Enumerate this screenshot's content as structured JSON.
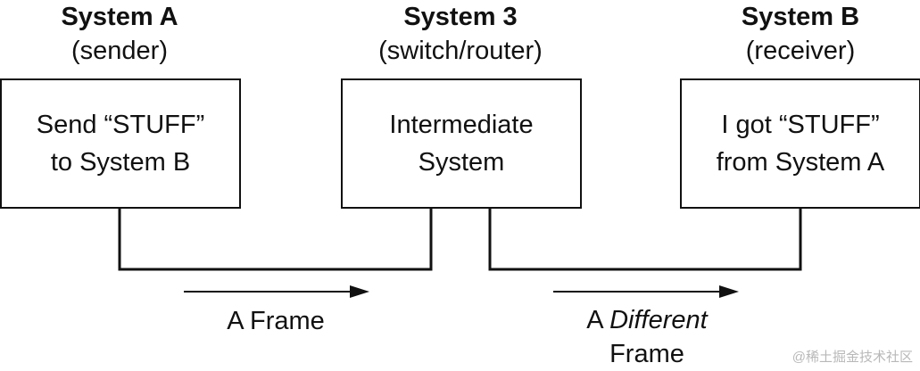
{
  "systems": {
    "a": {
      "title": "System A",
      "role": "(sender)",
      "line1": "Send “STUFF”",
      "line2": "to System B"
    },
    "mid": {
      "title": "System 3",
      "role": "(switch/router)",
      "line1": "Intermediate",
      "line2": "System"
    },
    "b": {
      "title": "System B",
      "role": "(receiver)",
      "line1": "I got “STUFF”",
      "line2": "from System A"
    }
  },
  "arrows": {
    "left": {
      "label": "A Frame"
    },
    "right": {
      "label_prefix": "A",
      "label_italic": "Different",
      "label_line2": "Frame"
    }
  },
  "watermark": "@稀土掘金技术社区"
}
